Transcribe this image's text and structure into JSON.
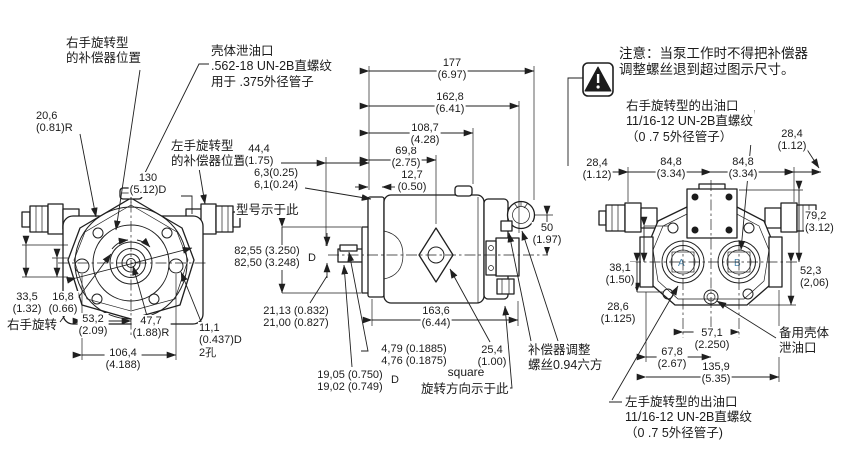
{
  "notes": {
    "rh_compensator_position": "右手旋转型\n的补偿器位置",
    "case_drain_port": "壳体泄油口\n.562-18 UN-2B直螺纹\n用于 .375外径管子",
    "lh_compensator_position": "左手旋转型\n的补偿器位置",
    "rh_rotation": "右手旋转",
    "model_shown_here": "型号示于此",
    "square": "square",
    "rotation_direction_shown_here": "旋转方向示于此",
    "compensator_adjust_screw": "补偿器调整\n螺丝0.94六方",
    "warning": "注意：当泵工作时不得把补偿器\n调整螺丝退到超过图示尺寸。",
    "rh_outlet_port": "右手旋转型的出油口\n11/16-12 UN-2B直螺纹\n（0 .7 5外径管子）",
    "lh_outlet_port": "左手旋转型的出油口\n11/16-12 UN-2B直螺纹\n（0 .7 5外径管子)",
    "spare_case_drain": "备用壳体\n泄油口"
  },
  "dims": {
    "d20_6": "20,6\n(0.81)R",
    "d130": "130\n(5.12)D",
    "d33_5": "33,5\n(1.32)",
    "d16_8": "16,8\n(0.66)",
    "d53_2": "53,2\n(2.09)",
    "d47_7": "47,7\n(1.88)R",
    "d106_4": "106,4\n(4.188)",
    "d11_1": "11,1\n(0.437)D\n2孔",
    "d44_4": "44,4\n(1.75)",
    "d6_3": "6,3(0.25)\n6,1(0.24)",
    "d82_55": "82,55 (3.250)\n82,50 (3.248)",
    "d82_55_suffix": "D",
    "d21_13": "21,13 (0.832)\n21,00 (0.827)",
    "d19_05": "19,05 (0.750)\n19,02 (0.749)",
    "d19_05_suffix": "D",
    "d4_79": "4,79 (0.1885)\n4,76 (0.1875)",
    "d25_4": "25,4\n(1.00)",
    "d163_6": "163,6\n(6.44)",
    "d12_7": "12,7\n(0.50)",
    "d69_8": "69,8\n(2.75)",
    "d108_7": "108,7\n(4.28)",
    "d162_8": "162,8\n(6.41)",
    "d177": "177\n(6.97)",
    "d50": "50\n(1.97)",
    "d28_4_left": "28,4\n(1.12)",
    "d28_4_right": "28,4\n(1.12)",
    "d84_8_a": "84,8\n(3.34)",
    "d84_8_b": "84,8\n(3.34)",
    "d79_2": "79,2\n(3.12)",
    "d38_1": "38,1\n(1.50)",
    "d52_3": "52,3\n(2,06)",
    "d28_6": "28,6\n(1.125)",
    "d57_1": "57,1\n(2.250)",
    "d67_8": "67,8\n(2.67)",
    "d135_9": "135,9\n(5.35)"
  },
  "ports": {
    "a": "A",
    "b": "B"
  },
  "colors": {
    "line": "#1f1f1f",
    "port_label": "#4a86ad",
    "background": "#ffffff"
  }
}
